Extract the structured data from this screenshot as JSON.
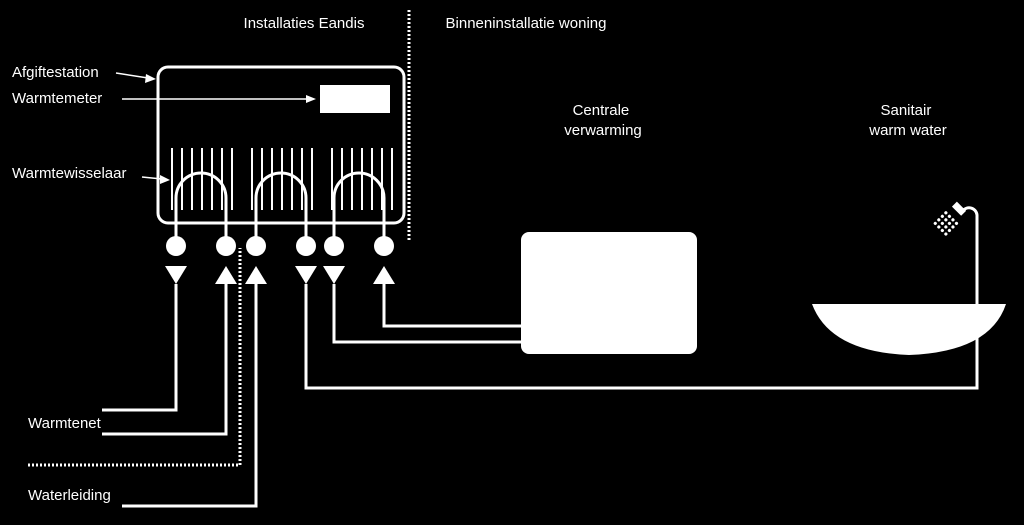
{
  "title_left": "Installaties Eandis",
  "title_right": "Binneninstallatie woning",
  "labels": {
    "afgiftestation": "Afgiftestation",
    "warmtemeter": "Warmtemeter",
    "warmtewisselaar": "Warmtewisselaar",
    "warmtenet": "Warmtenet",
    "waterleiding": "Waterleiding"
  },
  "heating": {
    "line1": "Centrale",
    "line2": "verwarming"
  },
  "sanitary": {
    "line1": "Sanitair",
    "line2": "warm water"
  },
  "icons": {
    "shower": "shower-head-icon",
    "radiator": "radiator-icon",
    "basin": "bathtub-icon",
    "meter": "meter-display-icon"
  },
  "colors": {
    "background": "#000000",
    "foreground": "#ffffff"
  }
}
